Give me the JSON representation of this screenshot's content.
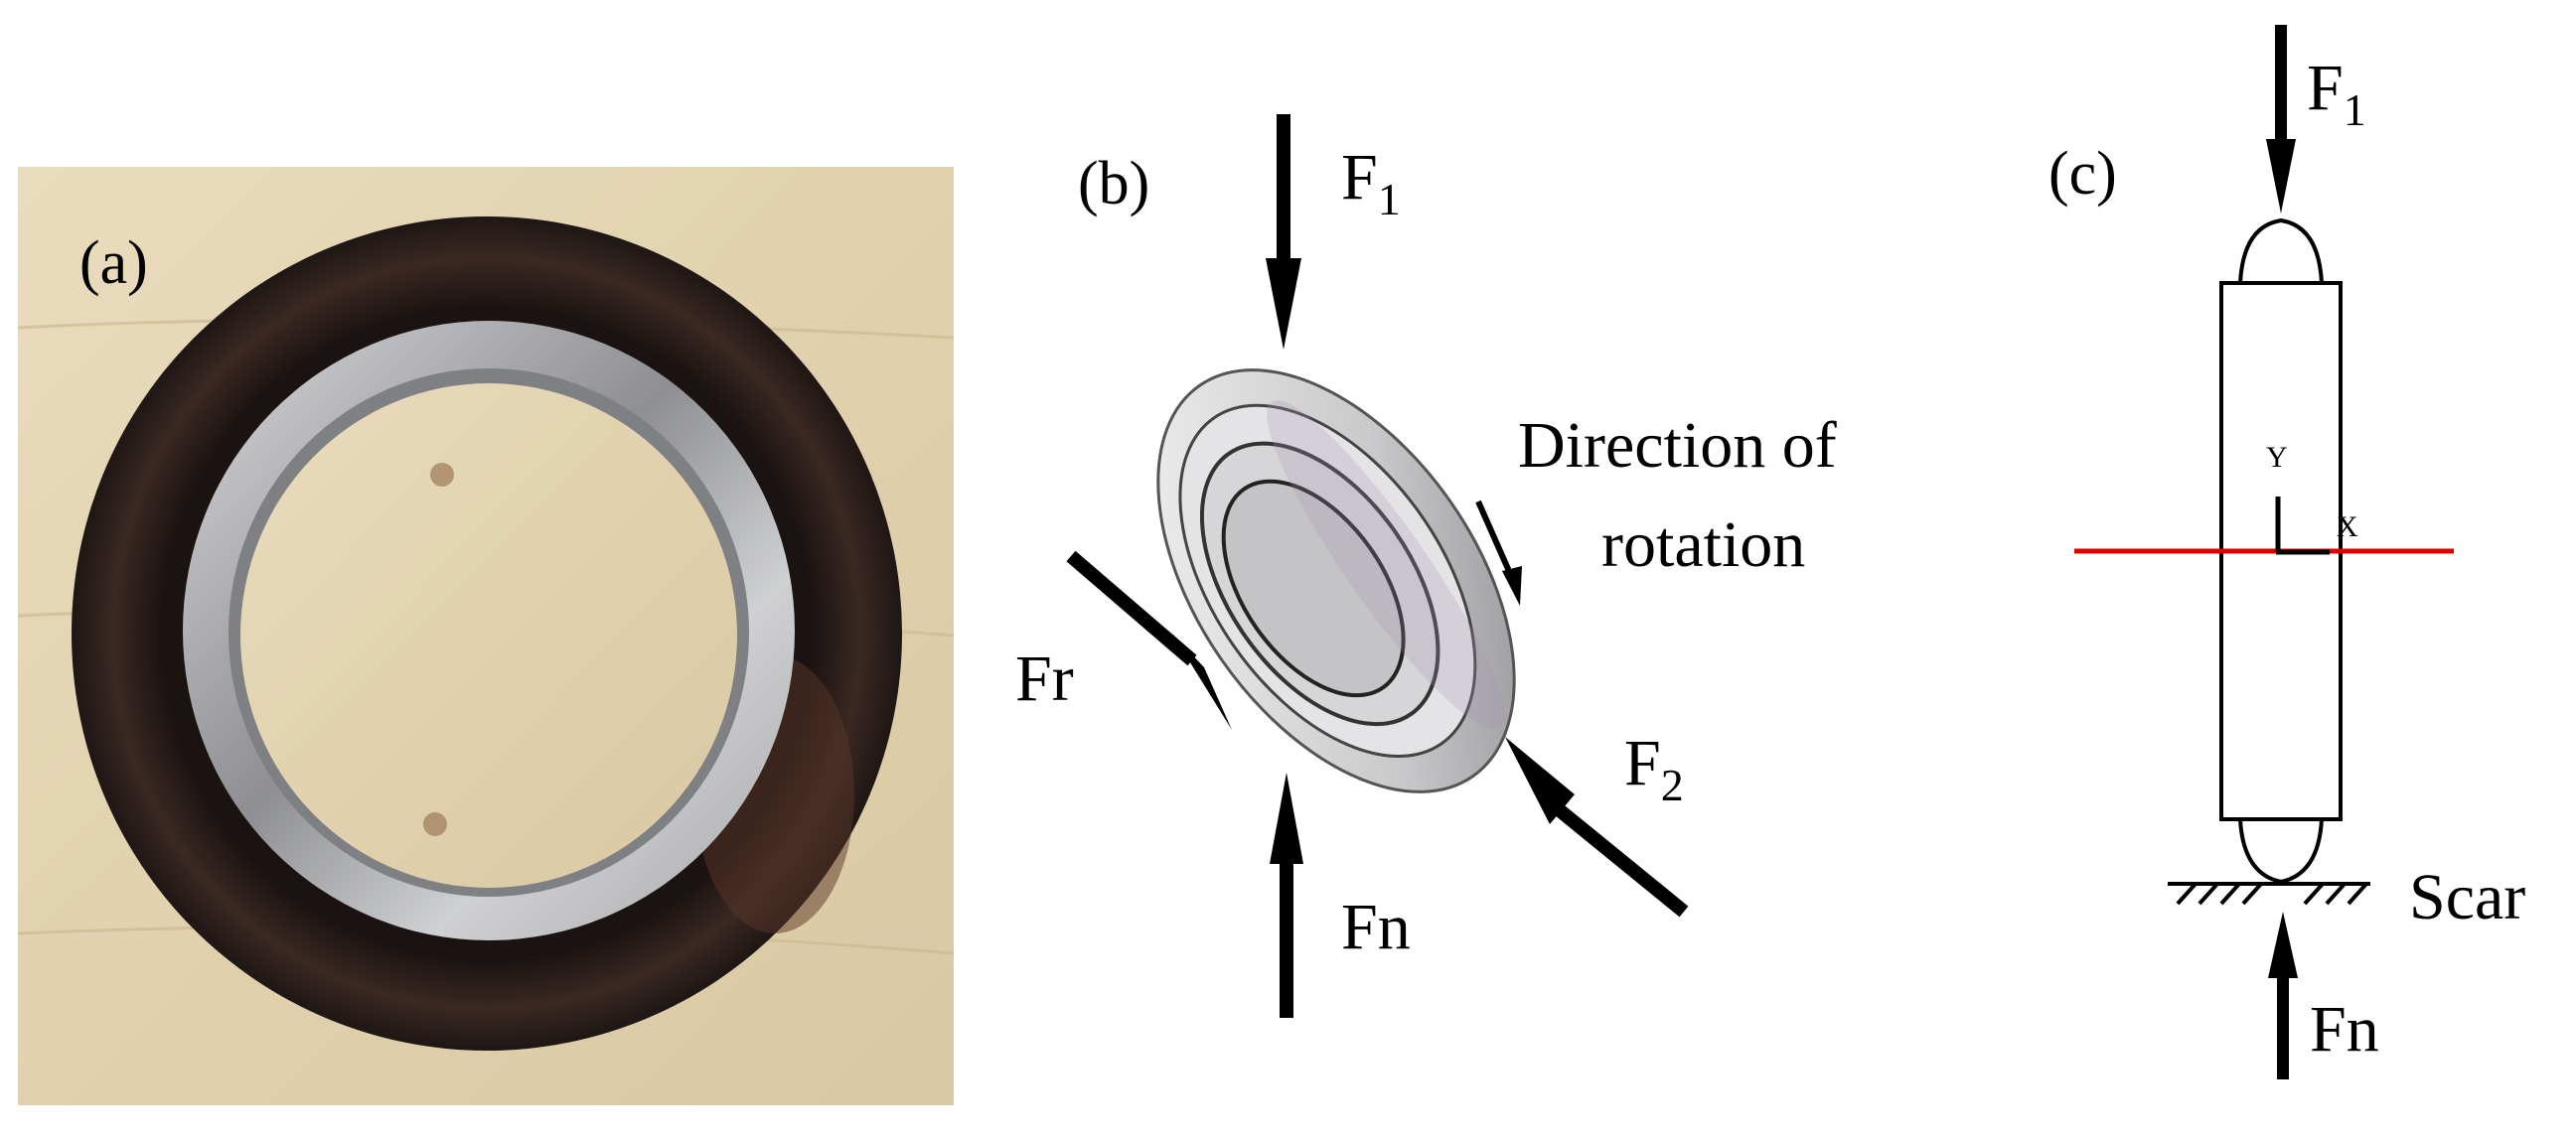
{
  "panels": {
    "a": {
      "label": "(a)"
    },
    "b": {
      "label": "(b)",
      "force_top": "F",
      "force_top_sub": "1",
      "force_right": "F",
      "force_right_sub": "2",
      "force_left": "Fr",
      "force_bottom": "Fn",
      "rotation_line1": "Direction of",
      "rotation_line2": "rotation"
    },
    "c": {
      "label": "(c)",
      "force_top": "F",
      "force_top_sub": "1",
      "force_bottom": "Fn",
      "scar": "Scar",
      "axis_y": "Y",
      "axis_x": "X"
    }
  },
  "colors": {
    "section_line": "#e00000",
    "ring_outer": "#2b1f1c",
    "ring_inner": "#b9b9bb",
    "wood": "#e4d5b4"
  }
}
